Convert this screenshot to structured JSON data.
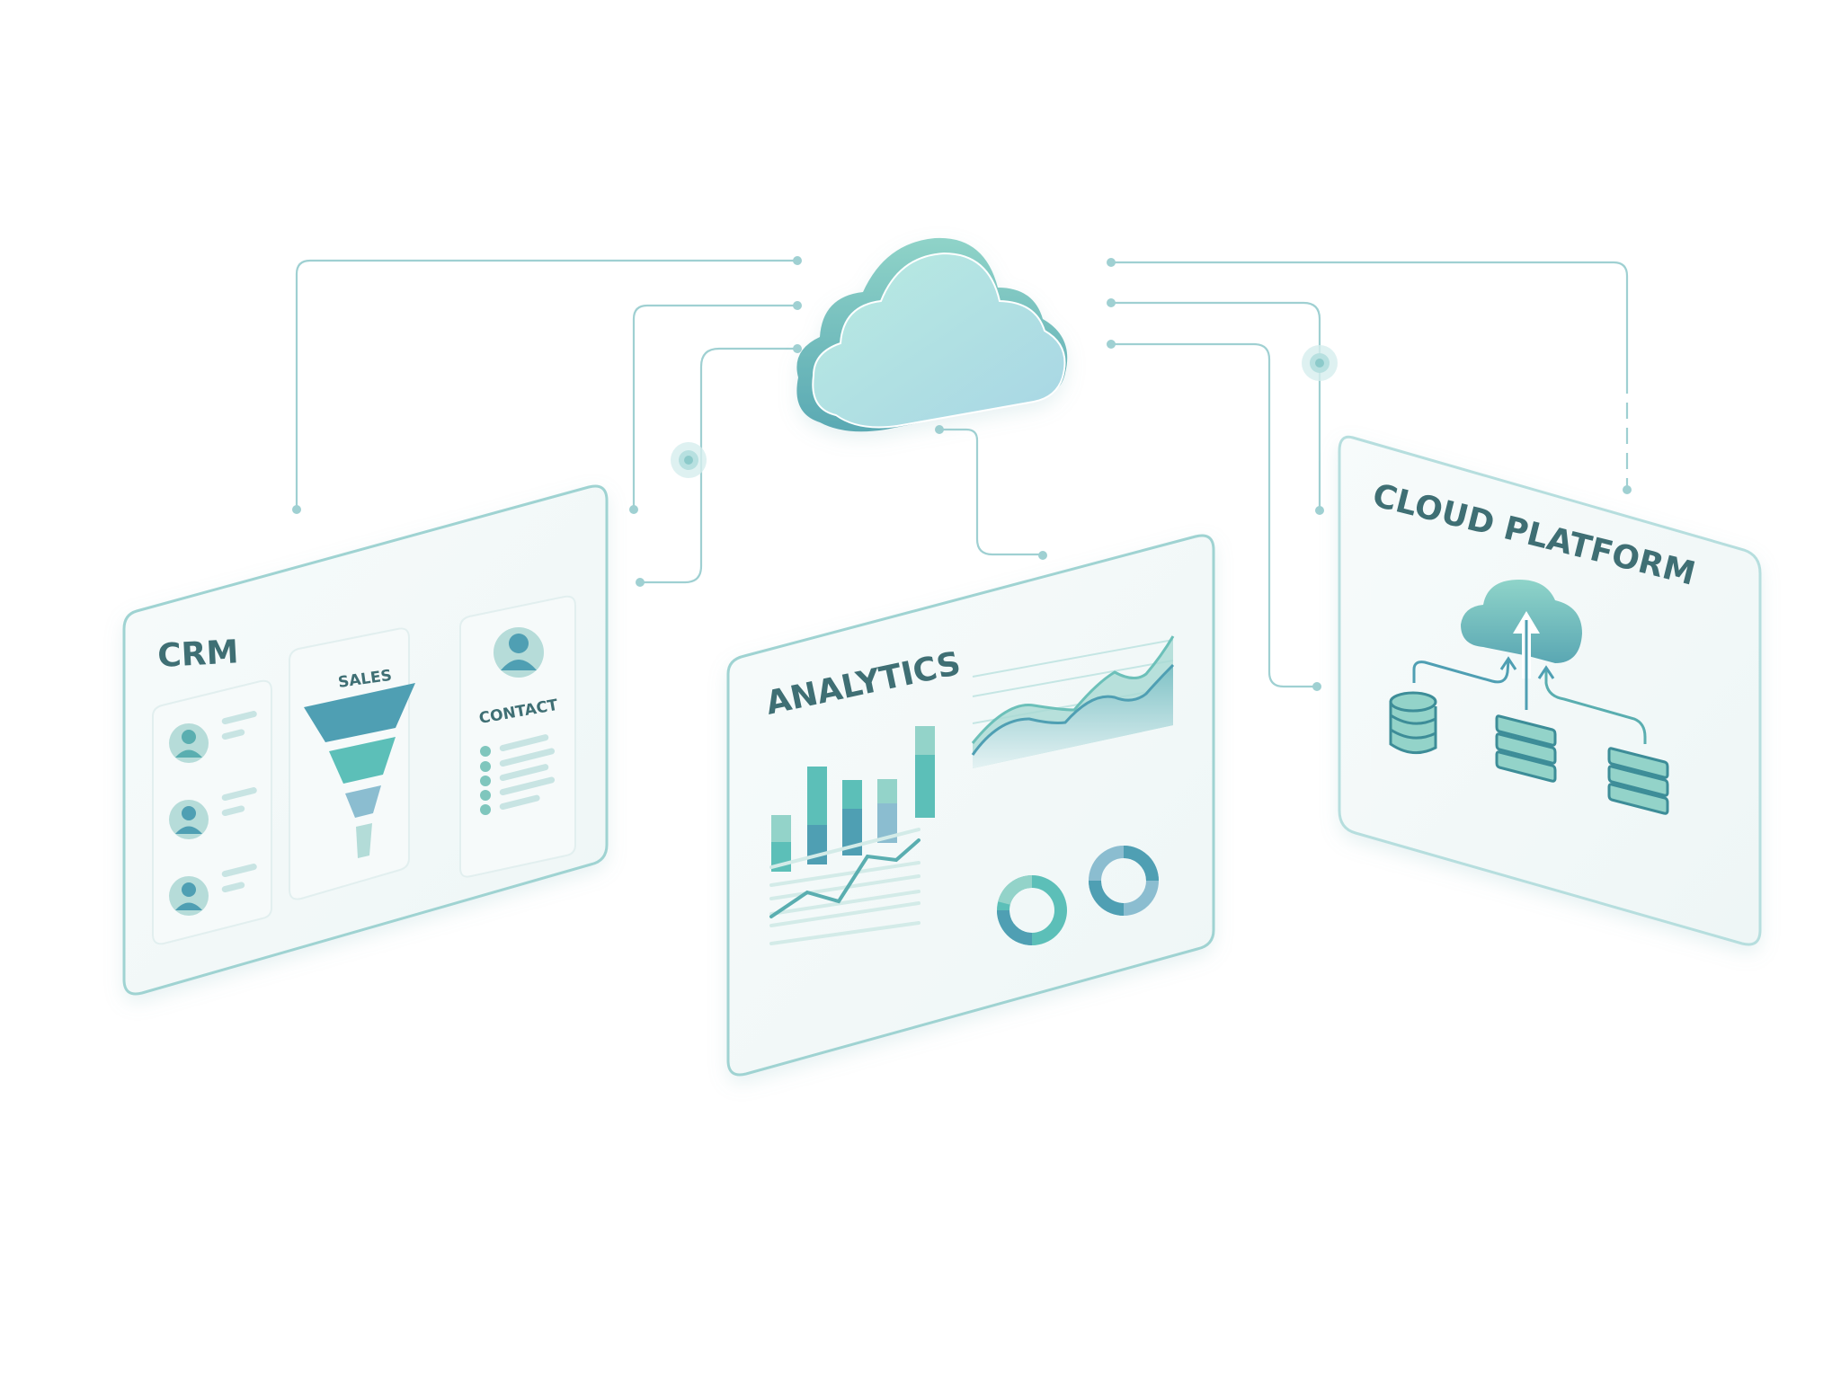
{
  "colors": {
    "title_text": "#3f6f74",
    "connector": "#9fd0d2",
    "panel_border": "#9fd3d2",
    "panel_fill": "#f3f8f8",
    "teal_dark": "#4f9fb3",
    "teal_mid": "#5cbfb8",
    "teal_light": "#93d3c9",
    "blue_soft": "#8bbdd0",
    "cloud_light": "#b3e6e0",
    "cloud_side": "#68b7bb"
  },
  "hub": {
    "icon": "cloud-icon"
  },
  "crm": {
    "title": "CRM",
    "sales_label": "SALES",
    "contact_label": "CONTACT",
    "list_items": 3,
    "contact_rows": 5,
    "funnel_stages": 4
  },
  "analytics": {
    "title": "ANALYTICS"
  },
  "cloud_platform": {
    "title": "CLOUD PLATFORM",
    "icons": [
      "cloud-upload-icon",
      "database-icon",
      "server-stack-icon",
      "server-rack-icon"
    ]
  }
}
